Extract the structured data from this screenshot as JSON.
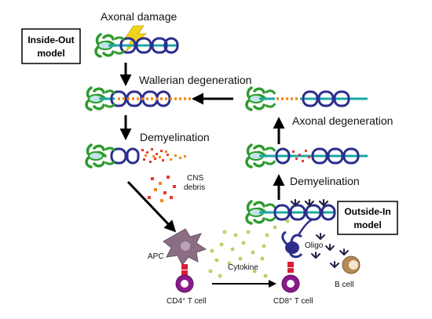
{
  "diagram": {
    "inside_out_box": {
      "line1": "Inside-Out",
      "line2": "model"
    },
    "outside_in_box": {
      "line1": "Outside-In",
      "line2": "model"
    },
    "stages": {
      "axonal_damage": "Axonal damage",
      "wallerian": "Wallerian degeneration",
      "demyelination_left": "Demyelination",
      "axonal_degeneration": "Axonal degeneration",
      "demyelination_right": "Demyelination"
    },
    "labels": {
      "cns_debris_line1": "CNS",
      "cns_debris_line2": "debris",
      "apc": "APC",
      "oligo": "Oligo",
      "cytokine": "Cytokine",
      "b_cell": "B cell",
      "cd4_base": "CD4",
      "cd4_sup": "+",
      "cd4_suffix": " T cell",
      "cd8_base": "CD8",
      "cd8_sup": "+",
      "cd8_suffix": " T cell"
    },
    "colors": {
      "oligodendrocyte": "#2e9b2e",
      "myelin": "#2b2e8c",
      "axon": "#1aa7a7",
      "axon_degenerated": "#f08a1c",
      "debris_red": "#e53b2c",
      "debris_orange": "#f08a1c",
      "lightning": "#f2d21b",
      "apc": "#8c6e84",
      "t_cell": "#8a1a8a",
      "tcr_red": "#d81e3a",
      "cytokine": "#b6d46a",
      "b_cell": "#b58a55",
      "antibody": "#222244"
    }
  }
}
